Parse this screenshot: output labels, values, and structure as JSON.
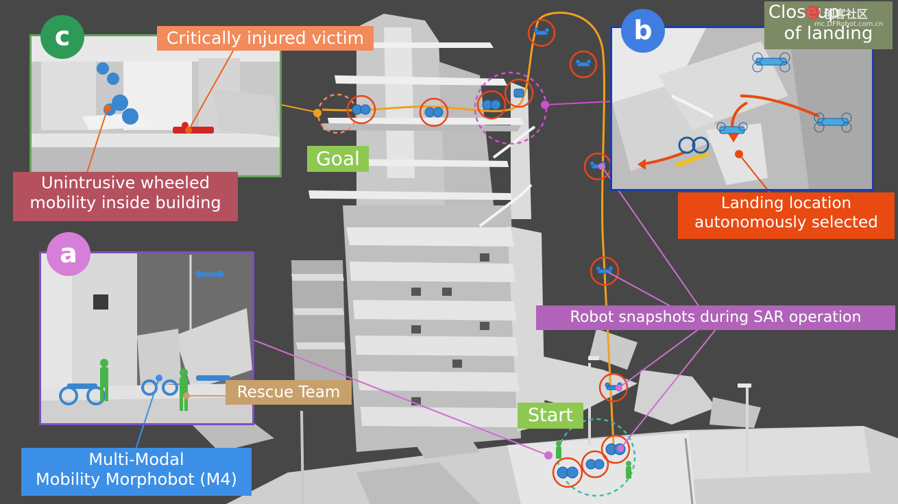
{
  "panels": {
    "a": {
      "letter": "a",
      "border": "#7b4fc0",
      "badge": "#d77fd8"
    },
    "b": {
      "letter": "b",
      "border": "#1b3ea8",
      "badge": "#3f7ee0"
    },
    "c": {
      "letter": "c",
      "border": "#65a35b",
      "badge": "#2e9a57"
    }
  },
  "labels": {
    "critically_injured": "Critically injured victim",
    "unintrusive_line1": "Unintrusive wheeled",
    "unintrusive_line2": "mobility inside building",
    "goal": "Goal",
    "closeup_line1": "Closeup",
    "closeup_line2": "of landing",
    "landing_line1": "Landing location",
    "landing_line2": "autonomously selected",
    "snapshots": "Robot snapshots during SAR operation",
    "rescue_team": "Rescue Team",
    "start": "Start",
    "m4_line1": "Multi-Modal",
    "m4_line2": "Mobility Morphobot (M4)"
  },
  "watermark": {
    "brand": "创客社区",
    "url": "mc.DFRobot.com.cn"
  },
  "colors": {
    "trajectory": "#f0a020",
    "snapshot_circle": "#e8451a",
    "pointer": "#cf6fd0",
    "label_orange": "#f28a5a",
    "label_red": "#b5505e",
    "label_green": "#8fc851",
    "label_olive": "#7c8a66",
    "label_landing": "#e84a12",
    "label_magenta": "#b063b8",
    "label_tan": "#c8a06c",
    "label_blue": "#3c8fe6",
    "robot": "#3a86d0",
    "human": "#48b548",
    "victim": "#d42525"
  }
}
